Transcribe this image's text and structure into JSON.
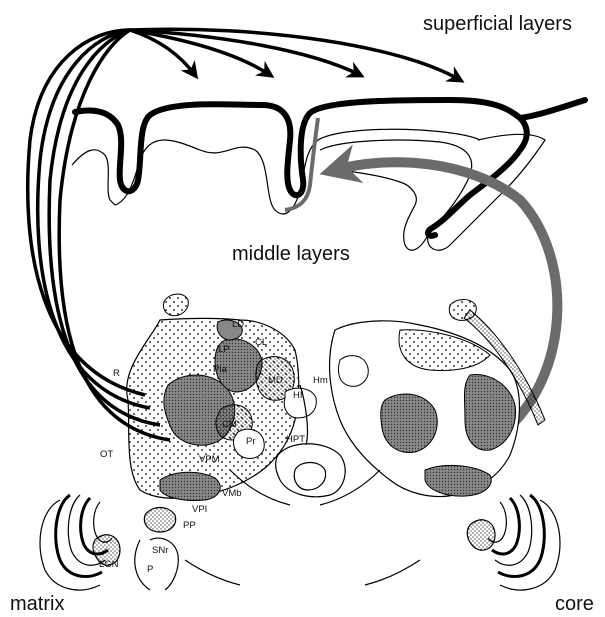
{
  "labels": {
    "superficial": "superficial layers",
    "middle": "middle layers",
    "matrix": "matrix",
    "core": "core"
  },
  "nuclei": {
    "LD": "LD",
    "CL": "CL",
    "LP": "LP",
    "Pla": "Pla",
    "MD": "MD",
    "Hm": "Hm",
    "HI": "HI",
    "R": "R",
    "CM": "CM",
    "Pr": "Pr",
    "HPT": "HPT",
    "OT": "OT",
    "VPM": "VPM",
    "VMb": "VMb",
    "VPI": "VPI",
    "PP": "PP",
    "SNr": "SNr",
    "LGN": "LGN",
    "P": "P"
  },
  "colors": {
    "stroke": "#000000",
    "core_arrow": "#6b6b6b",
    "stipple": "#000000",
    "dark_hatch": "#555555"
  }
}
